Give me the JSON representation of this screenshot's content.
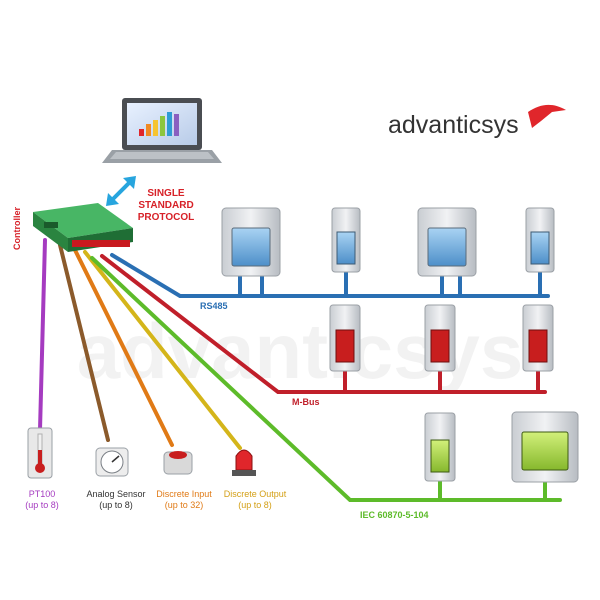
{
  "brand": {
    "logo_text": "advanticsys",
    "watermark_text": "advanticsys",
    "accent_color": "#e0262b",
    "text_color": "#333333"
  },
  "protocol": {
    "line1": "SINGLE",
    "line2": "STANDARD",
    "line3": "PROTOCOL",
    "color": "#d72128"
  },
  "controller": {
    "label": "Controller",
    "label_color": "#d72128",
    "body_color": "#2e9e4a"
  },
  "buses": [
    {
      "name": "RS485",
      "color": "#2a6fb3"
    },
    {
      "name": "M-Bus",
      "color": "#c01f2a"
    },
    {
      "name": "IEC 60870-5-104",
      "color": "#5dbb2a"
    }
  ],
  "inputs": [
    {
      "line1": "PT100",
      "line2": "(up to 8)",
      "color": "#a53bc0",
      "icon": "thermometer-icon"
    },
    {
      "line1": "Analog Sensor",
      "line2": "(up to 8)",
      "color": "#333333",
      "icon": "gauge-icon"
    },
    {
      "line1": "Discrete Input",
      "line2": "(up to 32)",
      "color": "#e07a16",
      "icon": "push-button-icon"
    },
    {
      "line1": "Discrete Output",
      "line2": "(up to 8)",
      "color": "#d4a017",
      "icon": "alarm-beacon-icon"
    }
  ],
  "laptop": {
    "icon": "laptop-icon",
    "screen_icon": "bar-chart-icon"
  },
  "meters": {
    "lcd_color": "#7ab6e8",
    "red_display_color": "#c81e1e",
    "green_lcd_color": "#a6d64d"
  }
}
